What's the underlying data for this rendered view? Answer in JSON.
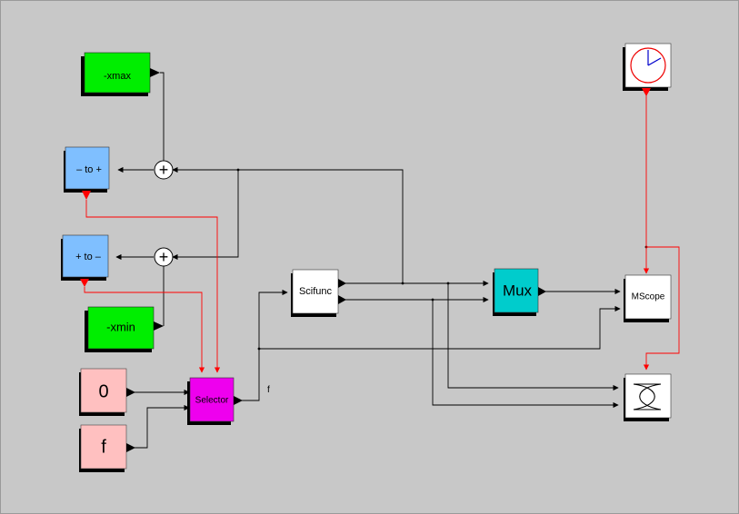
{
  "diagram": {
    "blocks": {
      "xmax": {
        "label": "-xmax",
        "color": "#00ee00"
      },
      "minus_to_plus": {
        "label": "– to +",
        "color": "#7fbfff"
      },
      "plus_to_minus": {
        "label": "+ to –",
        "color": "#7fbfff"
      },
      "xmin": {
        "label": "-xmin",
        "color": "#00ee00"
      },
      "const_zero": {
        "label": "0",
        "color": "#ffc0c0"
      },
      "const_f": {
        "label": "f",
        "color": "#ffc0c0"
      },
      "selector": {
        "label": "Selector",
        "color": "#ee00ee"
      },
      "scifunc": {
        "label": "Scifunc",
        "color": "#ffffff"
      },
      "mux": {
        "label": "Mux",
        "color": "#00cccc"
      },
      "mscope": {
        "label": "MScope",
        "color": "#ffffff"
      },
      "clock": {
        "label": "",
        "color": "#ffffff"
      },
      "xy_scope": {
        "label": "",
        "color": "#ffffff"
      }
    },
    "sum_symbol": "+",
    "link_label": "f",
    "colors": {
      "regular_link": "#000000",
      "event_link": "#ff0000",
      "shadow": "#000000"
    },
    "icons": {
      "sum": "sum-circle-icon",
      "clock": "clock-icon",
      "xy_scope": "lissajous-icon"
    }
  }
}
